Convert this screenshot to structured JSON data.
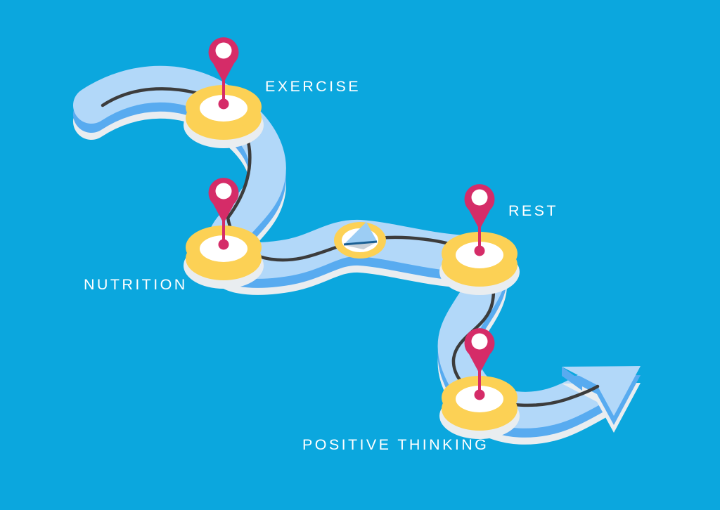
{
  "scene": {
    "type": "journey-roadmap-illustration",
    "background_color": "#0ba7de",
    "milestones": [
      {
        "label": "EXERCISE",
        "marker": "yellow-circle-marker",
        "pin": "map-pin-icon"
      },
      {
        "label": "NUTRITION",
        "marker": "yellow-circle-marker",
        "pin": "map-pin-icon"
      },
      {
        "label": "REST",
        "marker": "yellow-circle-marker",
        "pin": "map-pin-icon"
      },
      {
        "label": "POSITIVE THINKING",
        "marker": "yellow-circle-marker",
        "pin": "map-pin-icon"
      }
    ],
    "decorations": {
      "compass": "compass-icon",
      "arrow_end": "arrow-end-icon",
      "road": "winding-road"
    },
    "colors": {
      "background": "#0ba7de",
      "road_top": "#b2d8f9",
      "road_side": "#58abf0",
      "road_bottom_edge": "#e9edf0",
      "center_line": "#3c3c3c",
      "marker_yellow": "#fcd155",
      "pin_pink": "#d52c68",
      "compass_needle_blue": "#9ccdf4",
      "compass_needle_edge": "#1a5f93",
      "label_text": "#ffffff"
    }
  }
}
